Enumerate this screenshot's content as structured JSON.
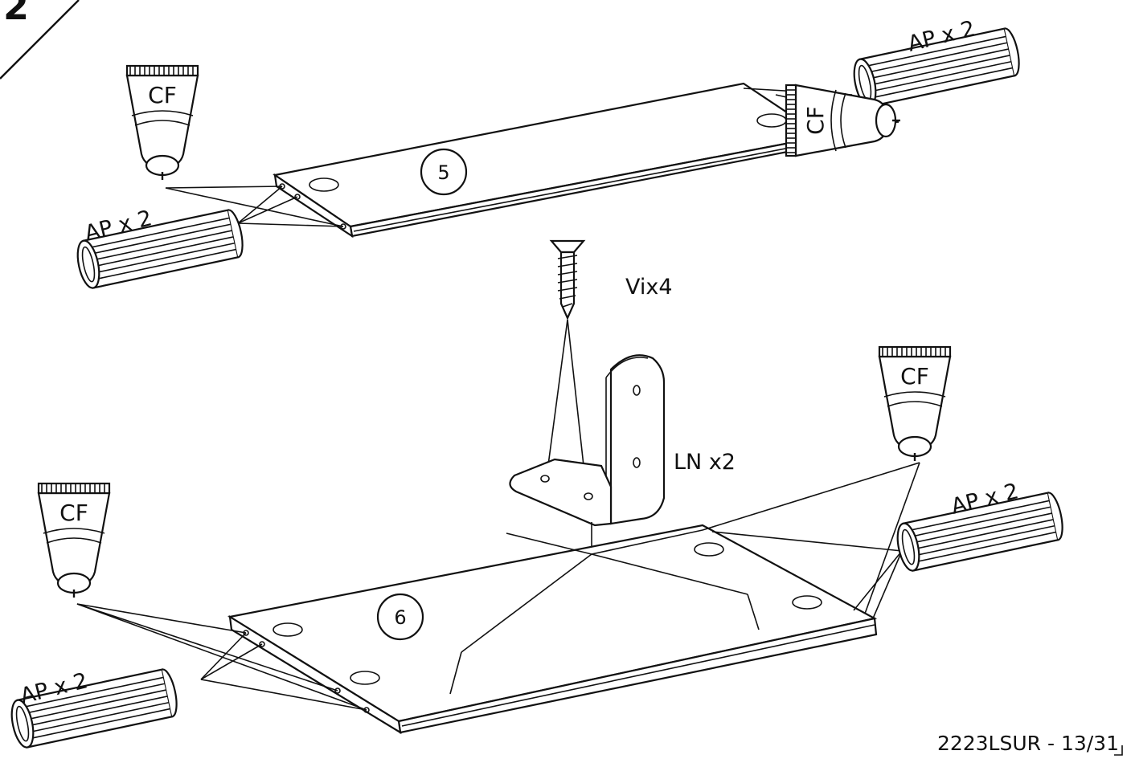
{
  "step": {
    "number": "2"
  },
  "parts": {
    "panel_top": {
      "id": "5"
    },
    "panel_bottom": {
      "id": "6"
    }
  },
  "labels": {
    "dowel": "AP x 2",
    "glue": "CF",
    "screw": "Vix4",
    "bracket": "LN x2"
  },
  "footer": {
    "page_ref": "2223LSUR - 13/31"
  },
  "colors": {
    "ink": "#111111",
    "paper": "#ffffff"
  },
  "icons": [
    "dowel-icon",
    "glue-tube-icon",
    "screw-icon",
    "l-bracket-icon"
  ]
}
